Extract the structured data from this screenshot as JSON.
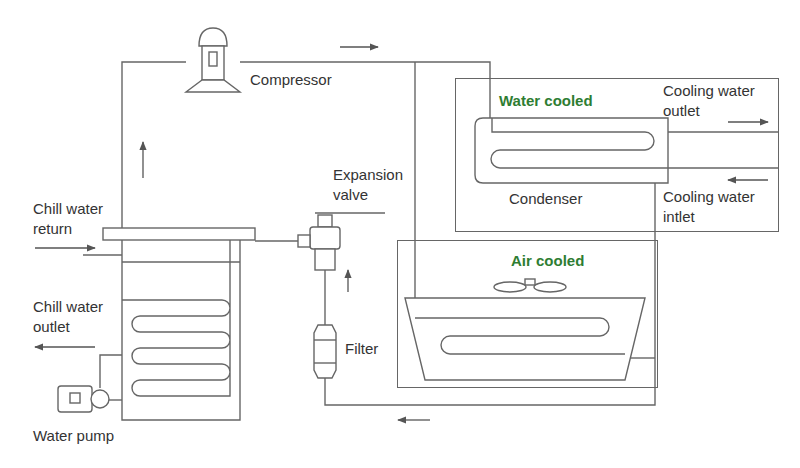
{
  "diagram": {
    "nodes": [
      {
        "text": [
          "Water cooled",
          "Cooling water outlet",
          "Condenser",
          "Cooling water intlet"
        ]
      },
      {
        "text": [
          "Air cooled"
        ]
      }
    ],
    "labels": [
      "Compressor",
      "Expansion valve",
      "Chill water return",
      "Chill water outlet",
      "Filter",
      "Water pump"
    ]
  }
}
